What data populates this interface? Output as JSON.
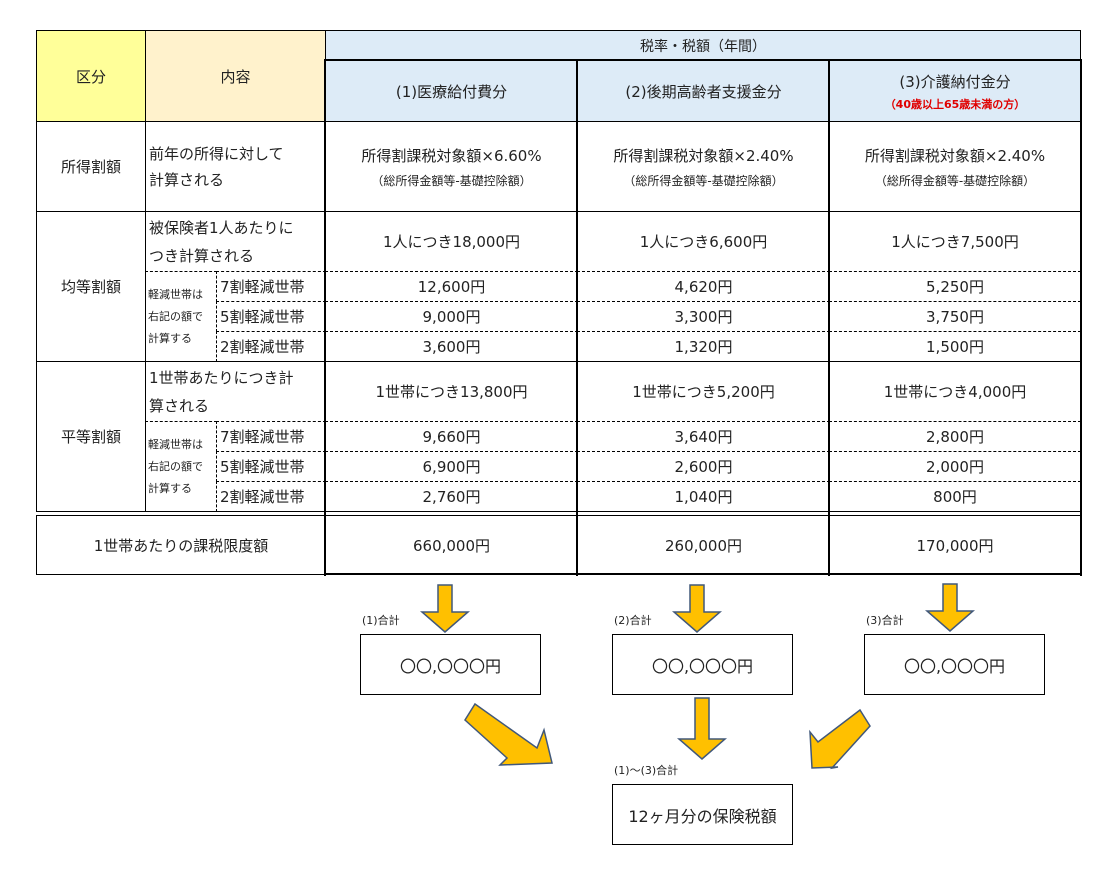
{
  "header": {
    "kubun": "区分",
    "naiyou": "内容",
    "rate_title": "税率・税額（年間）",
    "cols": [
      {
        "label": "(1)医療給付費分"
      },
      {
        "label": "(2)後期高齢者支援金分"
      },
      {
        "label": "(3)介護納付金分",
        "note": "（40歳以上65歳未満の方）"
      }
    ]
  },
  "shotoku": {
    "label": "所得割額",
    "desc_1": "前年の所得に対して",
    "desc_2": "計算される",
    "values": [
      "所得割課税対象額×6.60%",
      "所得割課税対象額×2.40%",
      "所得割課税対象額×2.40%"
    ],
    "sub": "（総所得金額等-基礎控除額）"
  },
  "kintou": {
    "label": "均等割額",
    "desc_1": "被保険者1人あたりに",
    "desc_2": "つき計算される",
    "values": [
      "1人につき18,000円",
      "1人につき6,600円",
      "1人につき7,500円"
    ],
    "note": [
      "軽減世帯は",
      "右記の額で",
      "計算する"
    ],
    "rows": [
      {
        "label": "7割軽減世帯",
        "values": [
          "12,600円",
          "4,620円",
          "5,250円"
        ]
      },
      {
        "label": "5割軽減世帯",
        "values": [
          "9,000円",
          "3,300円",
          "3,750円"
        ]
      },
      {
        "label": "2割軽減世帯",
        "values": [
          "3,600円",
          "1,320円",
          "1,500円"
        ]
      }
    ]
  },
  "heitou": {
    "label": "平等割額",
    "desc_1": "1世帯あたりにつき計",
    "desc_2": "算される",
    "values": [
      "1世帯につき13,800円",
      "1世帯につき5,200円",
      "1世帯につき4,000円"
    ],
    "note": [
      "軽減世帯は",
      "右記の額で",
      "計算する"
    ],
    "rows": [
      {
        "label": "7割軽減世帯",
        "values": [
          "9,660円",
          "3,640円",
          "2,800円"
        ]
      },
      {
        "label": "5割軽減世帯",
        "values": [
          "6,900円",
          "2,600円",
          "2,000円"
        ]
      },
      {
        "label": "2割軽減世帯",
        "values": [
          "2,760円",
          "1,040円",
          "800円"
        ]
      }
    ]
  },
  "limit": {
    "label": "1世帯あたりの課税限度額",
    "values": [
      "660,000円",
      "260,000円",
      "170,000円"
    ]
  },
  "totals": [
    {
      "label": "(1)合計",
      "value": "〇〇,〇〇〇円"
    },
    {
      "label": "(2)合計",
      "value": "〇〇,〇〇〇円"
    },
    {
      "label": "(3)合計",
      "value": "〇〇,〇〇〇円"
    }
  ],
  "grand": {
    "label": "(1)～(3)合計",
    "value": "12ヶ月分の保険税額"
  },
  "colors": {
    "kubun_bg": "#ffff99",
    "naiyou_bg": "#fff2cc",
    "header_bg": "#ddebf7",
    "arrow": "#ffc000",
    "arrow_stroke": "#41587a"
  }
}
